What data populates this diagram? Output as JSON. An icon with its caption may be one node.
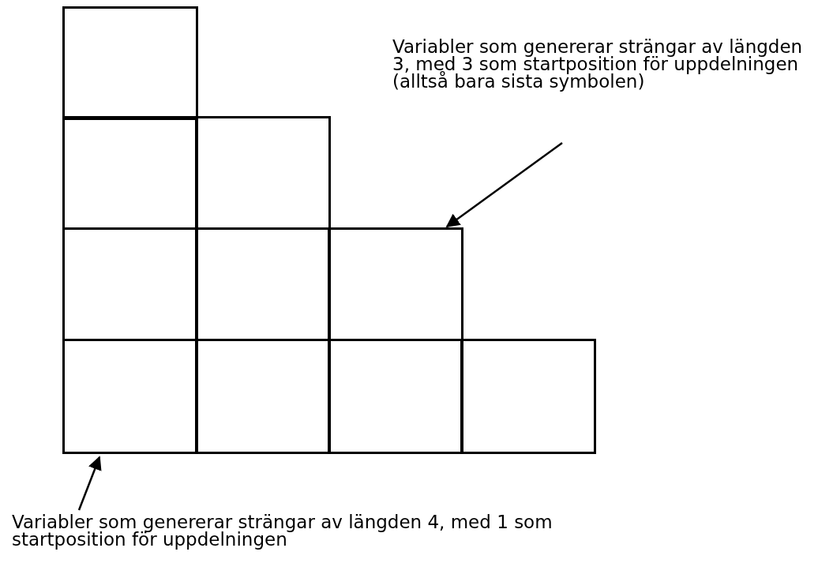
{
  "diagram": {
    "nodes": [
      {
        "text": [
          "Variabler som genererar strängar av längden 3, med 3 som startposition för uppdelningen (alltså bara sista symbolen)"
        ]
      },
      {
        "text": [],
        "shape": "box"
      },
      {
        "text": [],
        "shape": "box"
      },
      {
        "text": [],
        "shape": "box"
      },
      {
        "text": [],
        "shape": "box"
      },
      {
        "text": [],
        "shape": "box"
      },
      {
        "text": [],
        "shape": "box"
      },
      {
        "text": [],
        "shape": "box"
      },
      {
        "text": [],
        "shape": "box"
      },
      {
        "text": [],
        "shape": "box"
      },
      {
        "text": [],
        "shape": "box"
      },
      {
        "text": [
          "Variabler som genererar strängar av längden 4, med 1 som startposition för uppdelningen"
        ]
      }
    ],
    "edges": [
      {
        "from": 0,
        "to": 6,
        "arrow": "to"
      },
      {
        "from": 11,
        "to": 7,
        "arrow": "to"
      }
    ]
  }
}
